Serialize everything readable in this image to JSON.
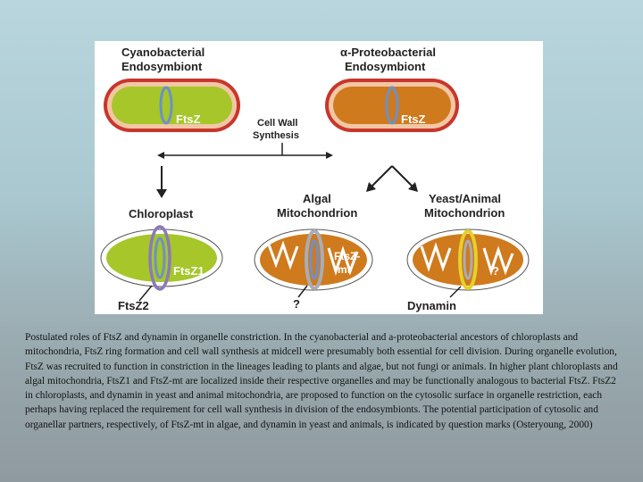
{
  "figure": {
    "labels": {
      "cyanobacterial_line1": "Cyanobacterial",
      "cyanobacterial_line2": "Endosymbiont",
      "proteobacterial_line1": "α-Proteobacterial",
      "proteobacterial_line2": "Endosymbiont",
      "ftsz_left": "FtsZ",
      "ftsz_right": "FtsZ",
      "cell_wall_line1": "Cell Wall",
      "cell_wall_line2": "Synthesis",
      "chloroplast": "Chloroplast",
      "algal_line1": "Algal",
      "algal_line2": "Mitochondrion",
      "yeast_line1": "Yeast/Animal",
      "yeast_line2": "Mitochondrion",
      "ftsz1": "FtsZ1",
      "ftsz2": "FtsZ2",
      "ftszmt_line1": "FtsZ-",
      "ftszmt_line2": "mt",
      "question_algal": "?",
      "question_yeast": "?",
      "dynamin": "Dynamin"
    },
    "colors": {
      "cyanobacteria_green": "#a6c62a",
      "proteobacteria_orange": "#cf7a1d",
      "membrane_red": "#c8362d",
      "ring_blue": "#6f90c8",
      "ring_purple": "#8a7ab8",
      "ring_gray": "#a8adb5",
      "ring_yellow": "#e6d02a"
    }
  },
  "caption": {
    "text": "Postulated roles of FtsZ and dynamin in organelle constriction. In the cyanobacterial and a-proteobacterial ancestors of chloroplasts and mitochondria, FtsZ ring formation and cell wall synthesis at midcell were presumably both essential for cell division. During organelle evolution, FtsZ was recruited to function in constriction in the lineages leading to plants and algae, but not fungi or animals. In higher plant chloroplasts and algal mitochondria, FtsZ1 and FtsZ-mt are localized inside their respective organelles and may be functionally analogous to bacterial FtsZ. FtsZ2 in chloroplasts, and dynamin in yeast and animal mitochondria, are proposed to function on the cytosolic surface in organelle restriction, each perhaps having replaced the requirement for cell wall synthesis in division of the endosymbionts. The potential participation of cytosolic and organellar partners, respectively, of FtsZ-mt in algae, and dynamin in yeast and animals, is indicated by question marks (Osteryoung, 2000)"
  }
}
